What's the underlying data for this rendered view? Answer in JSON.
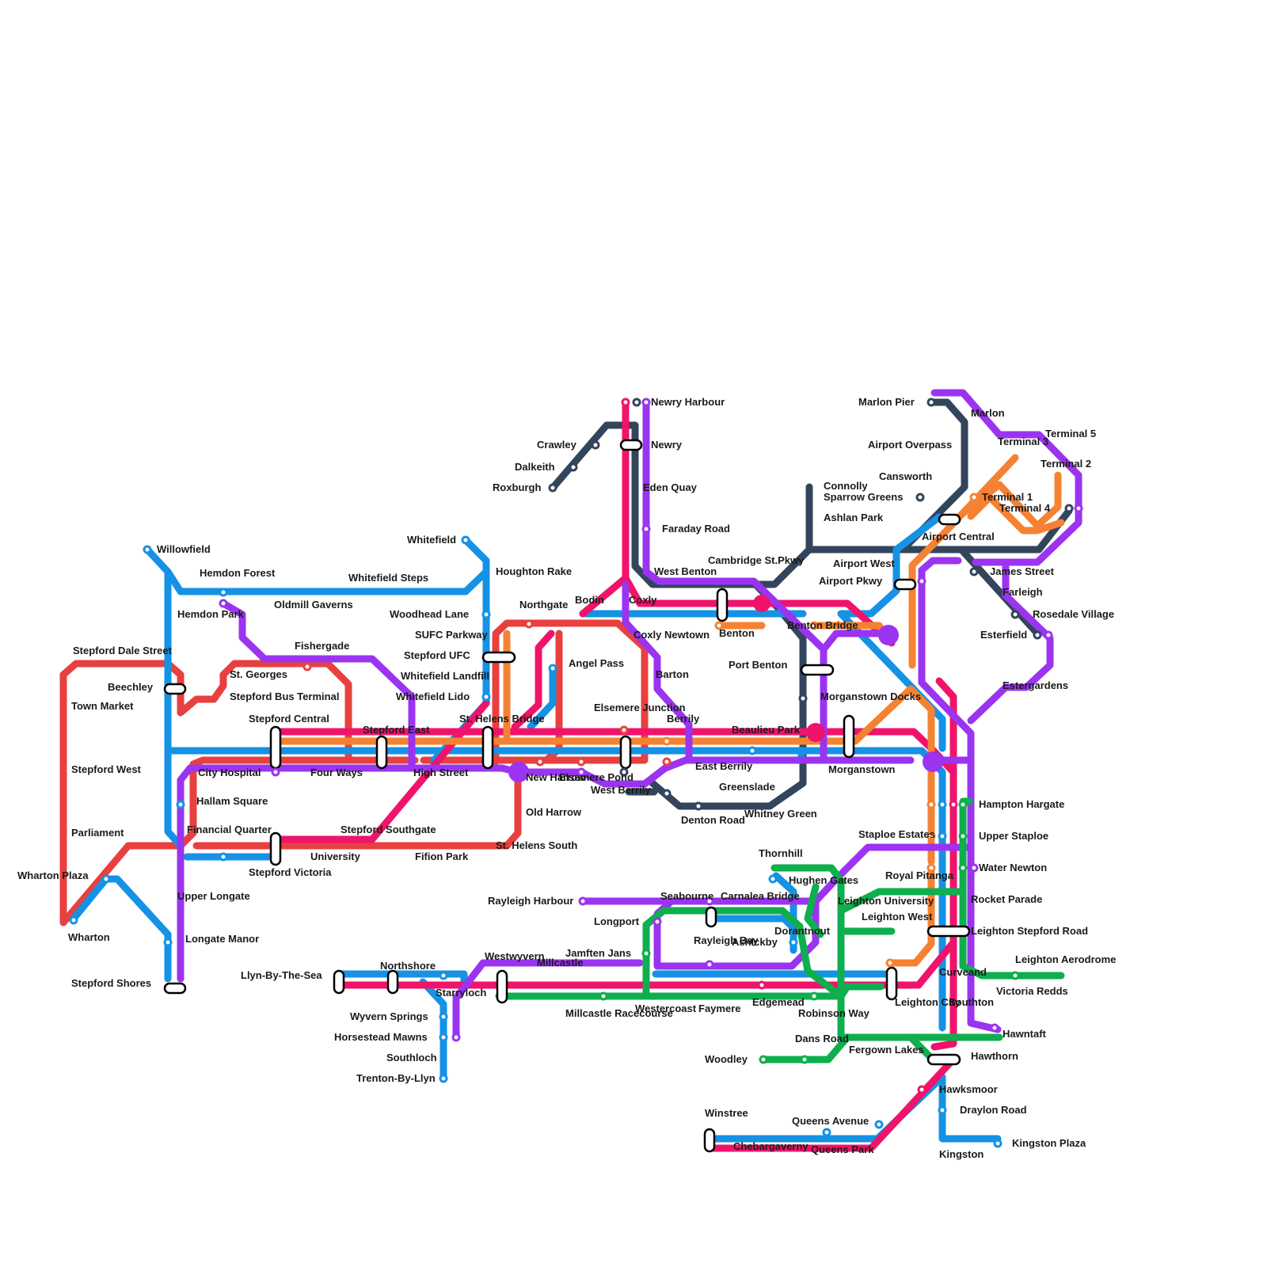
{
  "lines": [
    {
      "id": "red",
      "color": "#e8403f"
    },
    {
      "id": "blue",
      "color": "#1592e6"
    },
    {
      "id": "magenta",
      "color": "#f0136b"
    },
    {
      "id": "orange",
      "color": "#f58232"
    },
    {
      "id": "purple",
      "color": "#9b34f0"
    },
    {
      "id": "navy",
      "color": "#33455c"
    },
    {
      "id": "green",
      "color": "#0fae4e"
    }
  ],
  "stations": [
    "Newry Harbour",
    "Newry",
    "Eden Quay",
    "Faraday Road",
    "West Benton",
    "Coxly",
    "Coxly Newtown",
    "Bodin",
    "Crawley",
    "Dalkeith",
    "Roxburgh",
    "Willowfield",
    "Hemdon Forest",
    "Hemdon Park",
    "Oldmill Gaverns",
    "Whitefield Steps",
    "Whitefield",
    "Houghton Rake",
    "Woodhead Lane",
    "Northgate",
    "SUFC Parkway",
    "Stepford UFC",
    "Whitefield Landfill",
    "Whitefield Lido",
    "Fishergade",
    "St. Georges",
    "Stepford Bus Terminal",
    "Stepford Dale Street",
    "Beechley",
    "Town Market",
    "Stepford West",
    "Parliament",
    "Wharton Plaza",
    "Wharton",
    "Stepford Central",
    "Stepford East",
    "St. Helens Bridge",
    "Angel Pass",
    "Barton",
    "Elsemere Junction",
    "Berrily",
    "Beaulieu Park",
    "East Berrily",
    "Greenslade",
    "Whitney Green",
    "Denton Road",
    "West Berrily",
    "Elsemere Pond",
    "New Harrow",
    "Old Harrow",
    "St. Helens South",
    "Fifion Park",
    "Stepford Southgate",
    "University",
    "Stepford Victoria",
    "Financial Quarter",
    "Hallam Square",
    "City Hospital",
    "Four Ways",
    "High Street",
    "Upper Longate",
    "Longate Manor",
    "Stepford Shores",
    "Benton",
    "Benton Bridge",
    "Cambridge St.Pkwy",
    "Port Benton",
    "Morganstown Docks",
    "Morganstown",
    "Connolly",
    "Sparrow Greens",
    "Ashlan Park",
    "Airport West",
    "Airport Pkwy",
    "Airport Central",
    "Marlon Pier",
    "Marlon",
    "Airport Overpass",
    "Canswo​rth",
    "Terminal 5",
    "Terminal 3",
    "Terminal 2",
    "Terminal 1",
    "Terminal 4",
    "James Street",
    "Farleigh",
    "Rosedale Village",
    "Esterfield",
    "Estergardens",
    "Hampton Hargate",
    "Upper Staploe",
    "Water Newton",
    "Rocket Parade",
    "Leighton Stepford Road",
    "Leighton Aerodrome",
    "Victoria Redds",
    "Curveand",
    "Southton",
    "Hawntaft",
    "Hawthorn",
    "Staploe Estates",
    "Royal Pitanga",
    "Leighton University",
    "Leighton West",
    "Leighton City",
    "Thornhill",
    "Hughen Gates",
    "Carnalea Bridge",
    "Seabourne",
    "Rayleigh Bay",
    "Ashlckby",
    "Dorantnout",
    "Edgemead",
    "Robinson Way",
    "Dans Road",
    "Fergown Lakes",
    "Woodley",
    "Rayleigh Harbour",
    "Longport",
    "Jamften Jans",
    "Millcastle",
    "Millcastle Racecourse",
    "Westercoast",
    "Faymere",
    "Westwyvern",
    "Starryloch",
    "Llyn-By-The-Sea",
    "Northshore",
    "Wyvern Springs",
    "Horsestead Mawns",
    "Southloch",
    "Trenton-By-Llyn",
    "Winstree",
    "Chebargaverny",
    "Queens Avenue",
    "Queens Park",
    "Hawksmoor",
    "Draylon Road",
    "Kingston",
    "Kingston Plaza"
  ]
}
